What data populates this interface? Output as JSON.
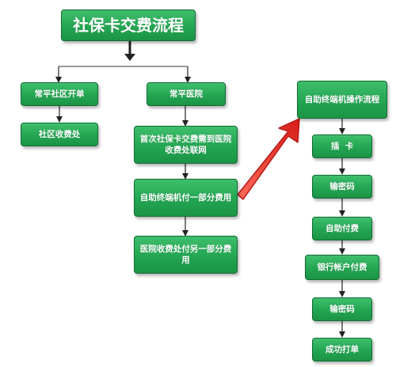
{
  "title": "社保卡交费流程",
  "left_branch": {
    "step1": "常平社区开单",
    "step2": "社区收费处"
  },
  "middle_branch": {
    "step1": "常平医院",
    "step2": "首次社保卡交费需到医院收费处联网",
    "step3": "自助终端机付一部分费用",
    "step4": "医院收费处付另一部分费用"
  },
  "right_branch": {
    "header": "自助终端机操作流程",
    "steps": [
      "插  卡",
      "输密码",
      "自助付费",
      "银行帐户付费",
      "输密码",
      "成功打单"
    ]
  },
  "colors": {
    "node_fill": "#23a552",
    "node_border": "#136b33",
    "node_text": "#ffffff",
    "connector": "#222222",
    "highlight_arrow": "#e8302c"
  }
}
